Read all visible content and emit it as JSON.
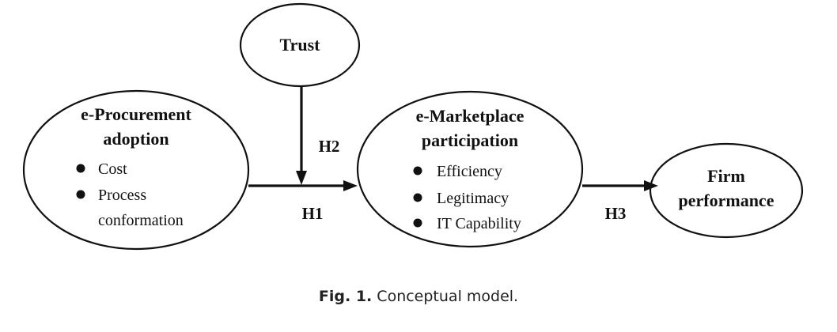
{
  "nodes": {
    "trust": {
      "title": "Trust"
    },
    "eprocurement": {
      "title_line1": "e-Procurement",
      "title_line2": "adoption",
      "items": [
        "Cost",
        "Process",
        "conformation"
      ]
    },
    "emarketplace": {
      "title_line1": "e-Marketplace",
      "title_line2": "participation",
      "items": [
        "Efficiency",
        "Legitimacy",
        "IT Capability"
      ]
    },
    "firm": {
      "title_line1": "Firm",
      "title_line2": "performance"
    }
  },
  "edges": {
    "h1": "H1",
    "h2": "H2",
    "h3": "H3"
  },
  "caption": {
    "label": "Fig. 1.",
    "text": " Conceptual model."
  }
}
